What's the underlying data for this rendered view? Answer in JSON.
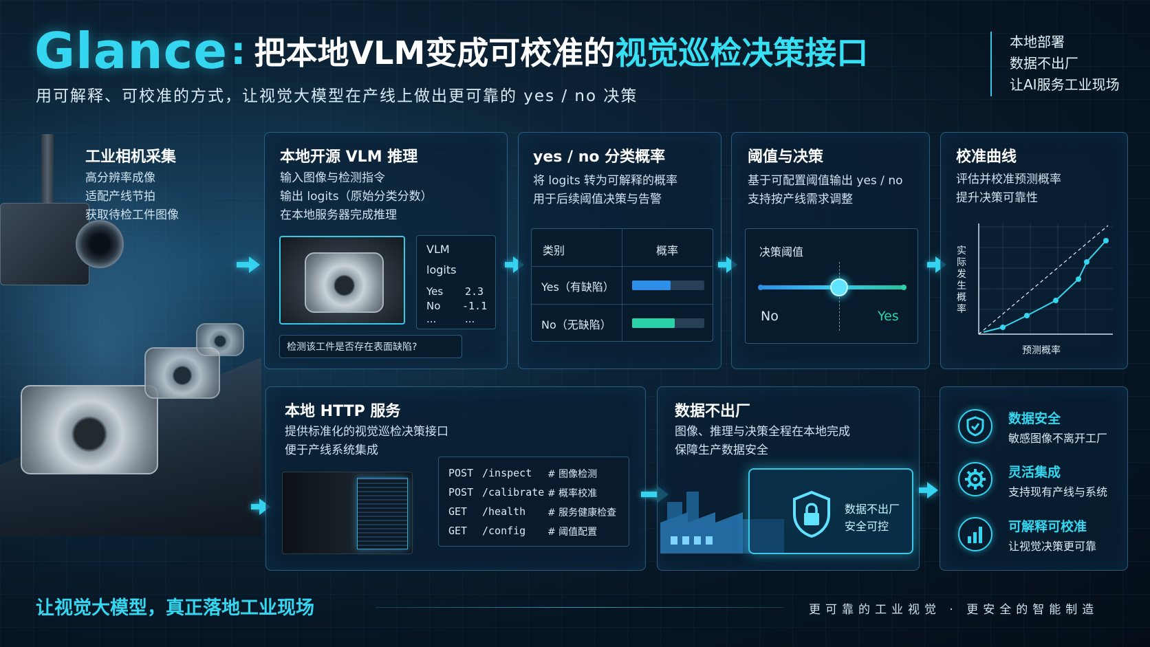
{
  "header": {
    "brand": "Glance",
    "colon": ":",
    "title_main": "把本地VLM变成可校准的",
    "title_accent": "视觉巡检决策接口",
    "subtitle": "用可解释、可校准的方式，让视觉大模型在产线上做出更可靠的 yes / no 决策",
    "tags": [
      "本地部署",
      "数据不出厂",
      "让AI服务工业现场"
    ]
  },
  "camera": {
    "title": "工业相机采集",
    "lines": [
      "高分辨率成像",
      "适配产线节拍",
      "获取待检工件图像"
    ]
  },
  "vlm": {
    "title": "本地开源 VLM 推理",
    "lines": [
      "输入图像与检测指令",
      "输出 logits（原始分类分数）",
      "在本地服务器完成推理"
    ],
    "logits_title_1": "VLM",
    "logits_title_2": "logits",
    "rows": [
      {
        "label": "Yes",
        "value": "2.3"
      },
      {
        "label": "No",
        "value": "-1.1"
      },
      {
        "label": "...",
        "value": "..."
      }
    ],
    "prompt": "检测该工件是否存在表面缺陷?"
  },
  "prob": {
    "title": "yes / no 分类概率",
    "lines": [
      "将 logits 转为可解释的概率",
      "用于后续阈值决策与告警"
    ],
    "col_class": "类别",
    "col_prob": "概率",
    "rows": [
      {
        "label": "Yes（有缺陷）",
        "fill": 0.53,
        "color": "#2d8fe8"
      },
      {
        "label": "No（无缺陷）",
        "fill": 0.59,
        "color": "#2bd4a8"
      }
    ]
  },
  "threshold": {
    "title": "阈值与决策",
    "lines": [
      "基于可配置阈值输出 yes / no",
      "支持按产线需求调整"
    ],
    "box_title": "决策阈值",
    "no": "No",
    "yes": "Yes",
    "level": 0.55
  },
  "calib": {
    "title": "校准曲线",
    "lines": [
      "评估并校准预测概率",
      "提升决策可靠性"
    ],
    "ylabel": [
      "实",
      "际",
      "发",
      "生",
      "概",
      "率"
    ],
    "xlabel": "预测概率"
  },
  "http": {
    "title": "本地 HTTP 服务",
    "lines": [
      "提供标准化的视觉巡检决策接口",
      "便于产线系统集成"
    ],
    "endpoints": [
      {
        "method": "POST",
        "path": "/inspect",
        "comment": "# 图像检测"
      },
      {
        "method": "POST",
        "path": "/calibrate",
        "comment": "# 概率校准"
      },
      {
        "method": "GET",
        "path": "/health",
        "comment": "# 服务健康检查"
      },
      {
        "method": "GET",
        "path": "/config",
        "comment": "# 阈值配置"
      }
    ]
  },
  "data": {
    "title": "数据不出厂",
    "lines": [
      "图像、推理与决策全程在本地完成",
      "保障生产数据安全"
    ],
    "lock_line1": "数据不出厂",
    "lock_line2": "安全可控"
  },
  "features": [
    {
      "title": "数据安全",
      "desc": "敏感图像不离开工厂",
      "icon": "shield-icon"
    },
    {
      "title": "灵活集成",
      "desc": "支持现有产线与系统",
      "icon": "gear-icon"
    },
    {
      "title": "可解释可校准",
      "desc": "让视觉决策更可靠",
      "icon": "bar-chart-icon"
    }
  ],
  "footer": {
    "left": "让视觉大模型，真正落地工业现场",
    "right": "更可靠的工业视觉 · 更安全的智能制造"
  },
  "colors": {
    "accent": "#35d6f0",
    "panel_border": "#50aadc",
    "bg": "#071523"
  }
}
